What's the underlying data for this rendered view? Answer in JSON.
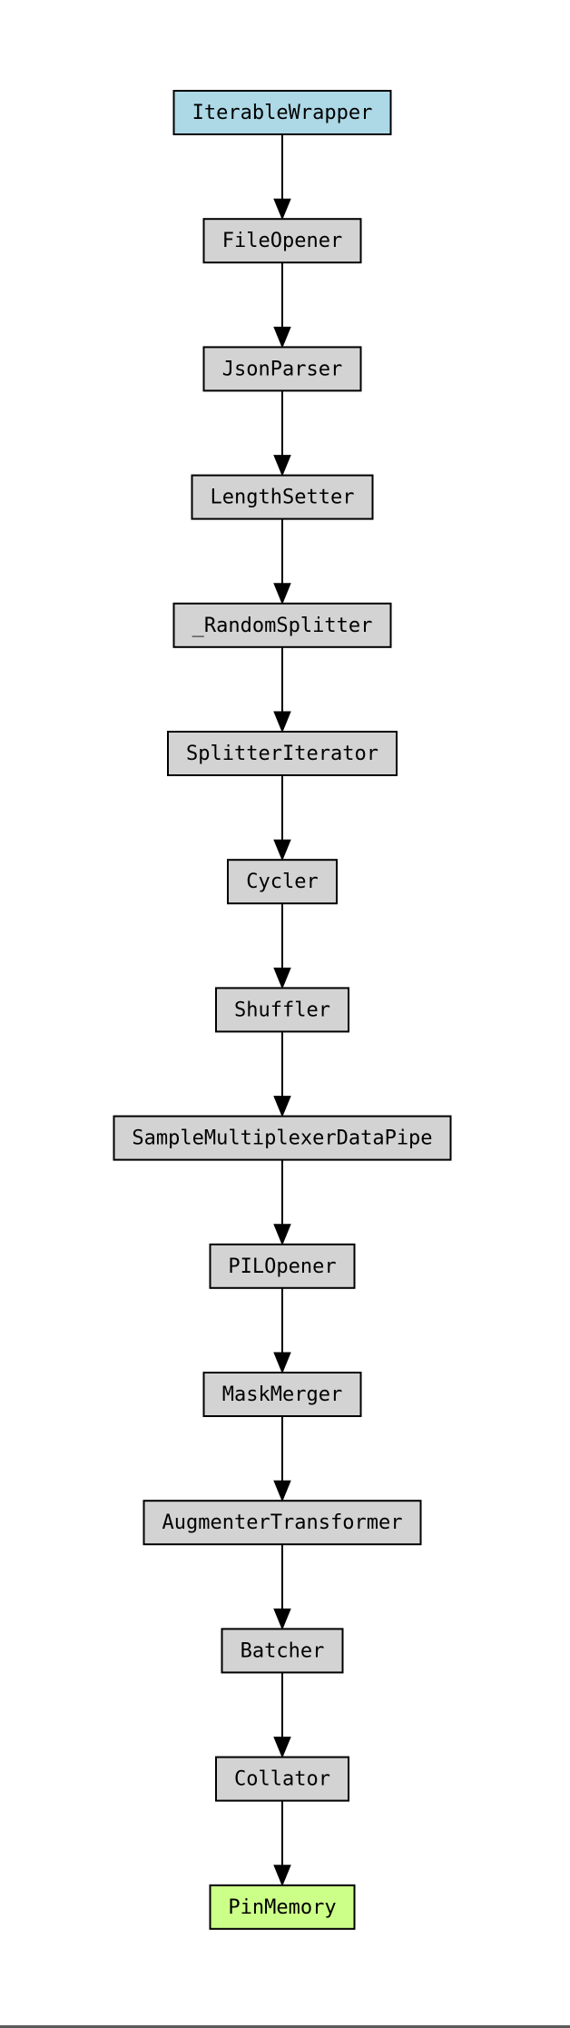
{
  "diagram": {
    "nodes": [
      {
        "id": "iterable_wrapper",
        "label": "IterableWrapper",
        "fill": "#add8e6"
      },
      {
        "id": "file_opener",
        "label": "FileOpener",
        "fill": "#d3d3d3"
      },
      {
        "id": "json_parser",
        "label": "JsonParser",
        "fill": "#d3d3d3"
      },
      {
        "id": "length_setter",
        "label": "LengthSetter",
        "fill": "#d3d3d3"
      },
      {
        "id": "random_splitter",
        "label": "_RandomSplitter",
        "fill": "#d3d3d3"
      },
      {
        "id": "splitter_iterator",
        "label": "SplitterIterator",
        "fill": "#d3d3d3"
      },
      {
        "id": "cycler",
        "label": "Cycler",
        "fill": "#d3d3d3"
      },
      {
        "id": "shuffler",
        "label": "Shuffler",
        "fill": "#d3d3d3"
      },
      {
        "id": "sample_multiplexer",
        "label": "SampleMultiplexerDataPipe",
        "fill": "#d3d3d3"
      },
      {
        "id": "pil_opener",
        "label": "PILOpener",
        "fill": "#d3d3d3"
      },
      {
        "id": "mask_merger",
        "label": "MaskMerger",
        "fill": "#d3d3d3"
      },
      {
        "id": "augmenter_transformer",
        "label": "AugmenterTransformer",
        "fill": "#d3d3d3"
      },
      {
        "id": "batcher",
        "label": "Batcher",
        "fill": "#d3d3d3"
      },
      {
        "id": "collator",
        "label": "Collator",
        "fill": "#d3d3d3"
      },
      {
        "id": "pin_memory",
        "label": "PinMemory",
        "fill": "#ccff88"
      }
    ],
    "edges": [
      {
        "from": "iterable_wrapper",
        "to": "file_opener"
      },
      {
        "from": "file_opener",
        "to": "json_parser"
      },
      {
        "from": "json_parser",
        "to": "length_setter"
      },
      {
        "from": "length_setter",
        "to": "random_splitter"
      },
      {
        "from": "random_splitter",
        "to": "splitter_iterator"
      },
      {
        "from": "splitter_iterator",
        "to": "cycler"
      },
      {
        "from": "cycler",
        "to": "shuffler"
      },
      {
        "from": "shuffler",
        "to": "sample_multiplexer"
      },
      {
        "from": "sample_multiplexer",
        "to": "pil_opener"
      },
      {
        "from": "pil_opener",
        "to": "mask_merger"
      },
      {
        "from": "mask_merger",
        "to": "augmenter_transformer"
      },
      {
        "from": "augmenter_transformer",
        "to": "batcher"
      },
      {
        "from": "batcher",
        "to": "collator"
      },
      {
        "from": "collator",
        "to": "pin_memory"
      }
    ],
    "colors": {
      "stroke": "#000000",
      "edge": "#000000",
      "text": "#000000"
    }
  }
}
